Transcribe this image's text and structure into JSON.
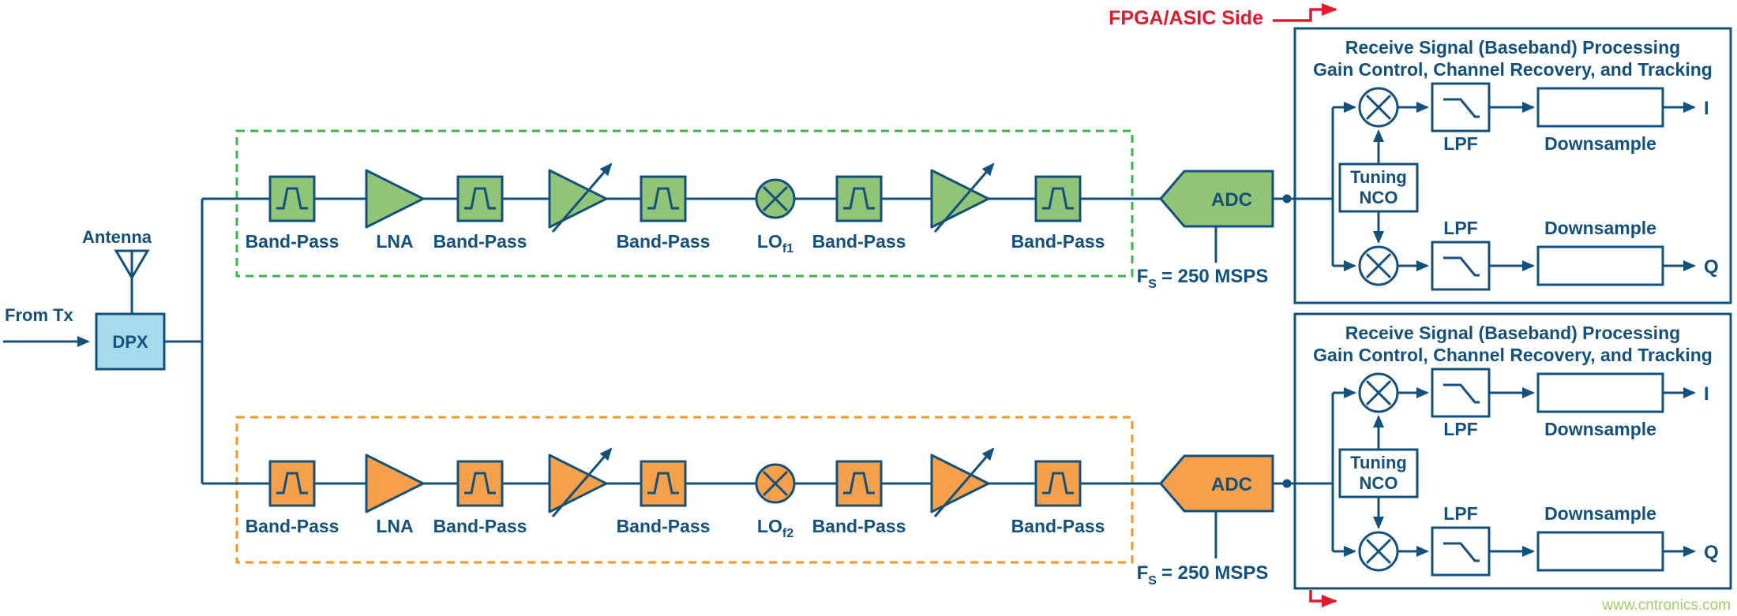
{
  "colors": {
    "navy": "#14507C",
    "green_fill": "#90C578",
    "green_dash": "#3CB44A",
    "orange_fill": "#F6A04B",
    "orange_dash": "#F7941D",
    "dpx_fill": "#A6DBEE",
    "red": "#E11B2D",
    "watermark_green": "#A4CD68"
  },
  "labels": {
    "fpga_side": "FPGA/ASIC Side",
    "from_tx": "From Tx",
    "antenna": "Antenna",
    "dpx": "DPX",
    "watermark": "www.cntronics.com"
  },
  "rx_chain_top": {
    "band_pass_1": "Band-Pass",
    "lna": "LNA",
    "band_pass_2": "Band-Pass",
    "band_pass_3": "Band-Pass",
    "lo": "LO",
    "lo_sub": "f1",
    "band_pass_4": "Band-Pass",
    "band_pass_5": "Band-Pass",
    "adc": "ADC",
    "fs_f": "F",
    "fs_sub": "S",
    "fs_rest": "= 250 MSPS"
  },
  "rx_chain_bottom": {
    "band_pass_1": "Band-Pass",
    "lna": "LNA",
    "band_pass_2": "Band-Pass",
    "band_pass_3": "Band-Pass",
    "lo": "LO",
    "lo_sub": "f2",
    "band_pass_4": "Band-Pass",
    "band_pass_5": "Band-Pass",
    "adc": "ADC",
    "fs_f": "F",
    "fs_sub": "S",
    "fs_rest": "= 250 MSPS"
  },
  "dsp_top": {
    "title_line1": "Receive Signal (Baseband) Processing",
    "title_line2": "Gain Control, Channel Recovery, and Tracking",
    "nco_line1": "Tuning",
    "nco_line2": "NCO",
    "lpf_i": "LPF",
    "downsample_i": "Downsample",
    "out_i": "I",
    "lpf_q": "LPF",
    "downsample_q": "Downsample",
    "out_q": "Q"
  },
  "dsp_bottom": {
    "title_line1": "Receive Signal (Baseband) Processing",
    "title_line2": "Gain Control, Channel Recovery, and Tracking",
    "nco_line1": "Tuning",
    "nco_line2": "NCO",
    "lpf_i": "LPF",
    "downsample_i": "Downsample",
    "out_i": "I",
    "lpf_q": "LPF",
    "downsample_q": "Downsample",
    "out_q": "Q"
  }
}
